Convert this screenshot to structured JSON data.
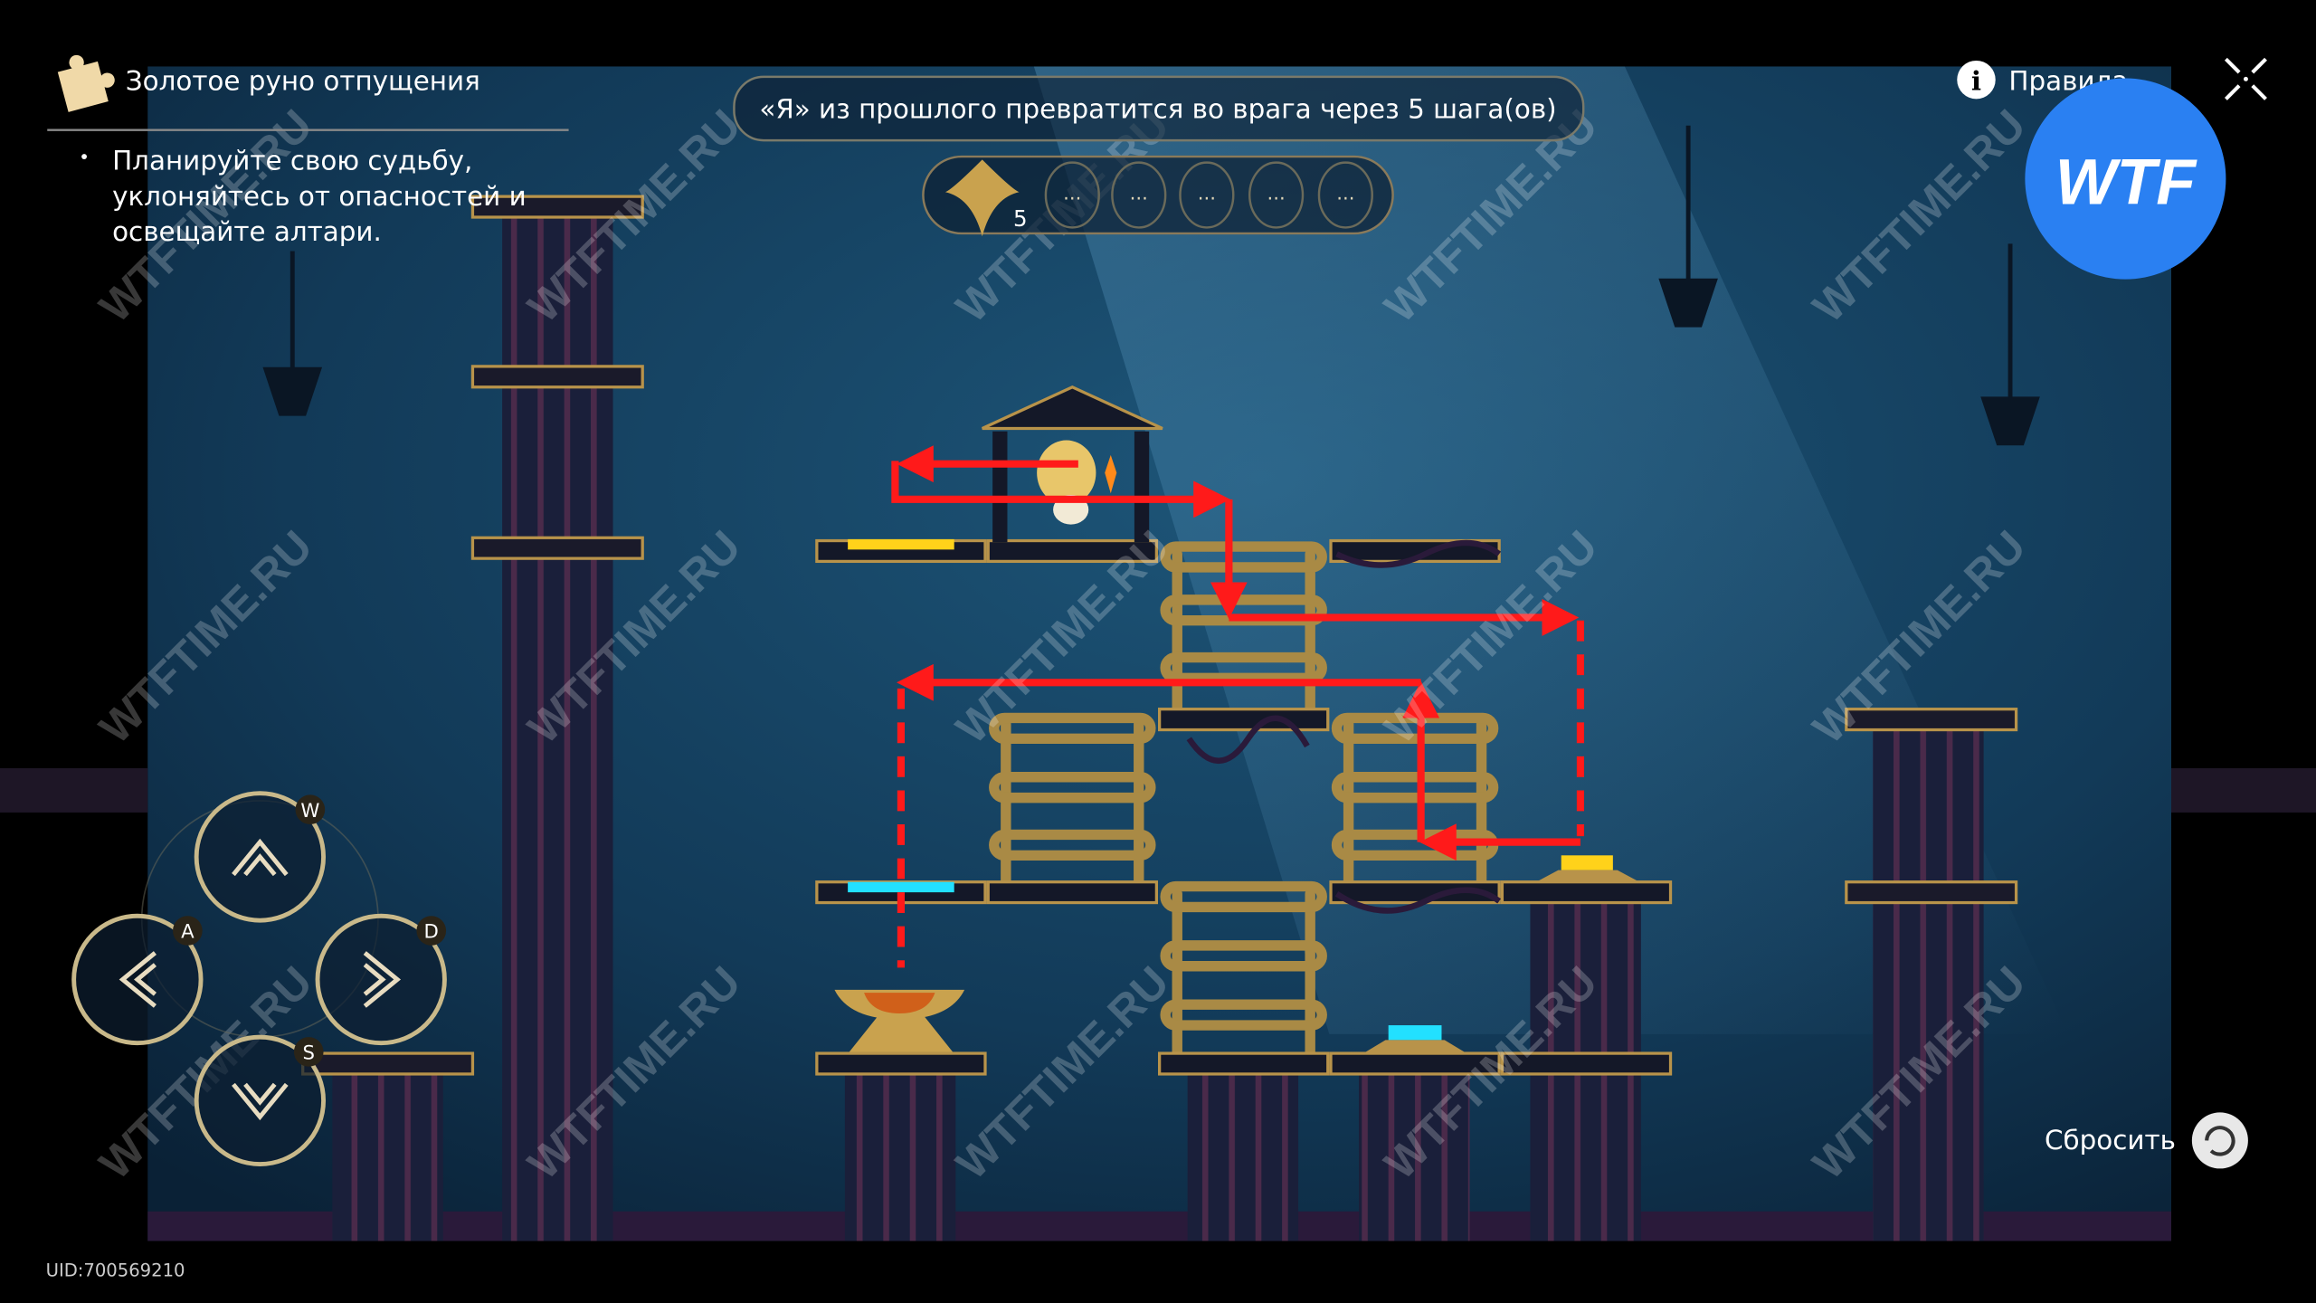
{
  "header": {
    "title": "Золотое руно отпущения",
    "objective_lines": [
      "Планируйте свою судьбу,",
      "уклоняйтесь от опасностей и",
      "освещайте алтари."
    ]
  },
  "banner": {
    "text": "«Я» из прошлого превратится во врага через 5 шага(ов)"
  },
  "steps": {
    "count": "5",
    "slots": [
      "...",
      "...",
      "...",
      "...",
      "..."
    ]
  },
  "rules": {
    "label": "Правила"
  },
  "logo": {
    "text": "WTF"
  },
  "controls": {
    "up_key": "W",
    "left_key": "A",
    "right_key": "D",
    "down_key": "S"
  },
  "reset": {
    "label": "Сбросить"
  },
  "uid": "UID:700569210",
  "watermark": "WTFTIME.RU",
  "colors": {
    "arrow": "#ff1a1a",
    "gold": "#b8934a",
    "yellow_switch": "#ffd21a",
    "cyan_switch": "#22e0ff",
    "logo_blue": "#2a80f2",
    "bg": "#0f3552"
  }
}
